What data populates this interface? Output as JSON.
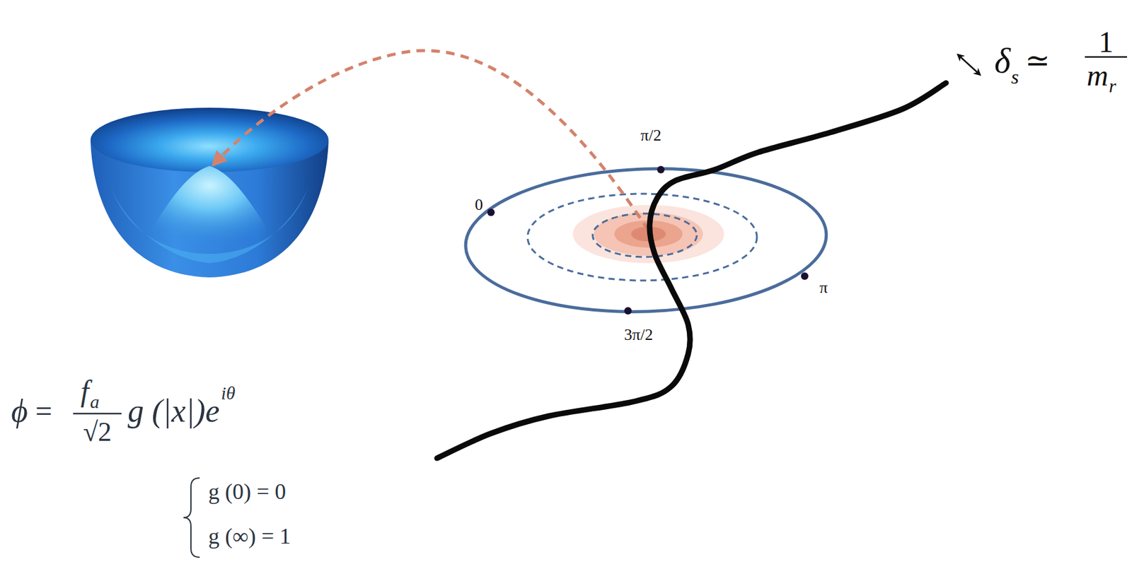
{
  "diagram": {
    "labels": [
      "0",
      "π/2",
      "π",
      "3π/2",
      "δ",
      "s",
      "≃",
      "1",
      "m",
      "r",
      "ϕ",
      "=",
      "f",
      "a",
      "√2",
      "g (|x|)e",
      "iθ",
      "g (0) = 0",
      "g (∞) = 1"
    ]
  }
}
